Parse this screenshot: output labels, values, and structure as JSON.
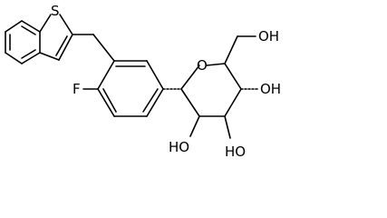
{
  "molecule": {
    "atoms": {
      "S": "S",
      "F": "F",
      "O_ring": "O",
      "OH_6": "OH",
      "OH_4": "OH",
      "OH_3": "HO",
      "OH_2": "HO"
    }
  }
}
